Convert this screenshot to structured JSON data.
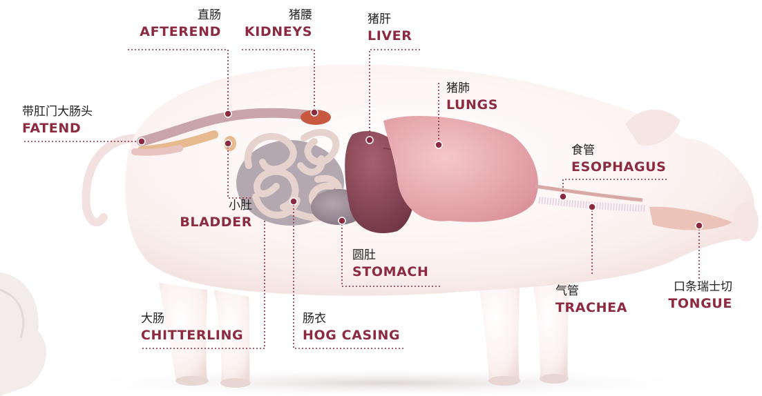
{
  "colors": {
    "accent": "#8c2a3f",
    "text": "#1e1e1e",
    "leader": "#8c2a3f"
  },
  "labels": {
    "afterend": {
      "cn": "直肠",
      "en": "AFTEREND"
    },
    "kidneys": {
      "cn": "猪腰",
      "en": "KIDNEYS"
    },
    "liver": {
      "cn": "猪肝",
      "en": "LIVER"
    },
    "lungs": {
      "cn": "猪肺",
      "en": "LUNGS"
    },
    "fatend": {
      "cn": "带肛门大肠头",
      "en": "FATEND"
    },
    "esophagus": {
      "cn": "食管",
      "en": "ESOPHAGUS"
    },
    "bladder": {
      "cn": "小肚",
      "en": "BLADDER"
    },
    "stomach": {
      "cn": "圆肚",
      "en": "STOMACH"
    },
    "trachea": {
      "cn": "气管",
      "en": "TRACHEA"
    },
    "tongue": {
      "cn": "口条瑞士切",
      "en": "TONGUE"
    },
    "chitterling": {
      "cn": "大肠",
      "en": "CHITTERLING"
    },
    "hog_casing": {
      "cn": "肠衣",
      "en": "HOG CASING"
    }
  }
}
